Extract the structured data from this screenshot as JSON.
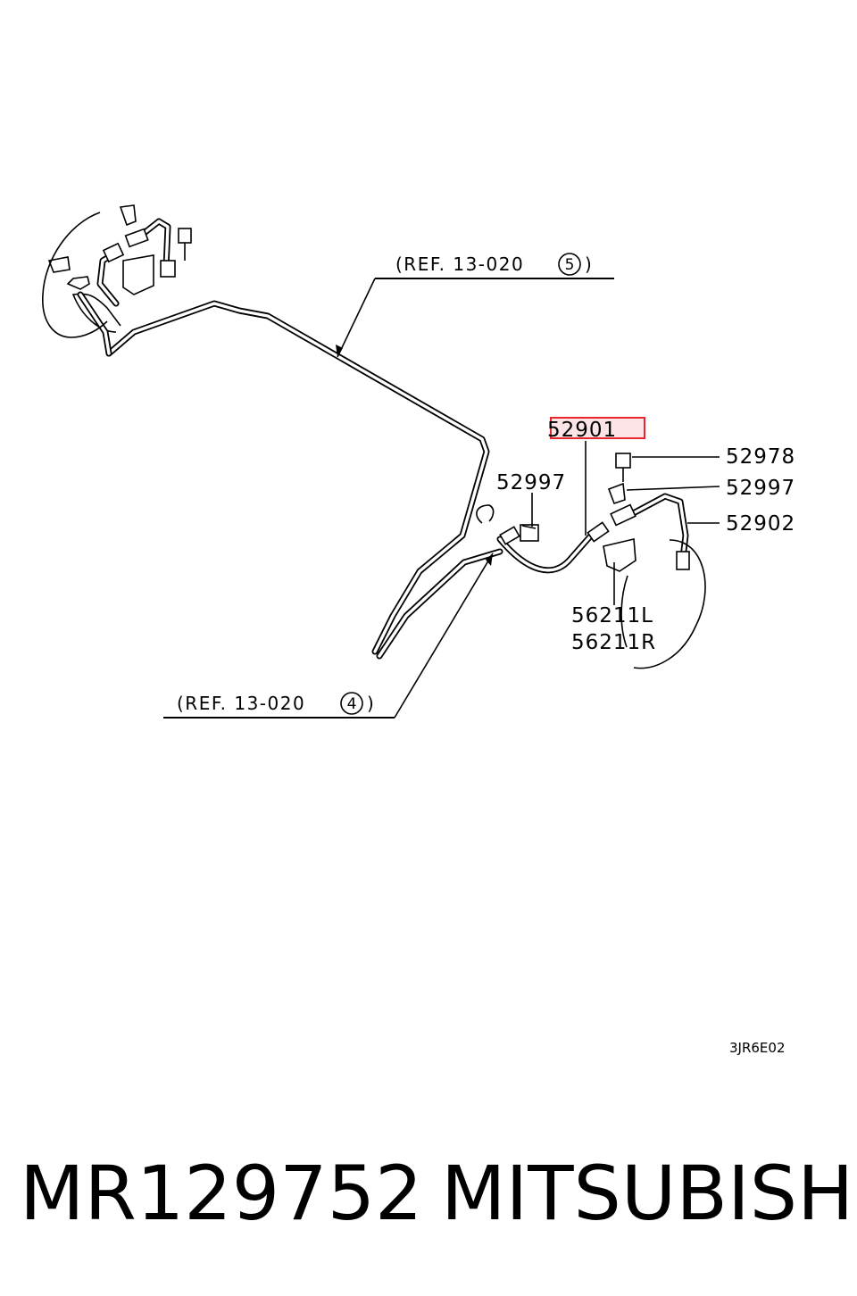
{
  "labels": {
    "p52901": "52901",
    "p52978": "52978",
    "p52997_right": "52997",
    "p52902": "52902",
    "p52997_left": "52997",
    "p56211L": "56211L",
    "p56211R": "56211R"
  },
  "refs": {
    "top": {
      "text": "(REF. 13-020",
      "num": "5",
      "close": ")"
    },
    "bottom": {
      "text": "(REF. 13-020",
      "num": "4",
      "close": ")"
    }
  },
  "diagram_code": "3JR6E02",
  "footer": {
    "part_number": "MR129752",
    "brand": "MITSUBISHI"
  },
  "colors": {
    "highlight_border": "#e8262e",
    "highlight_fill": "#fbe3e6"
  }
}
